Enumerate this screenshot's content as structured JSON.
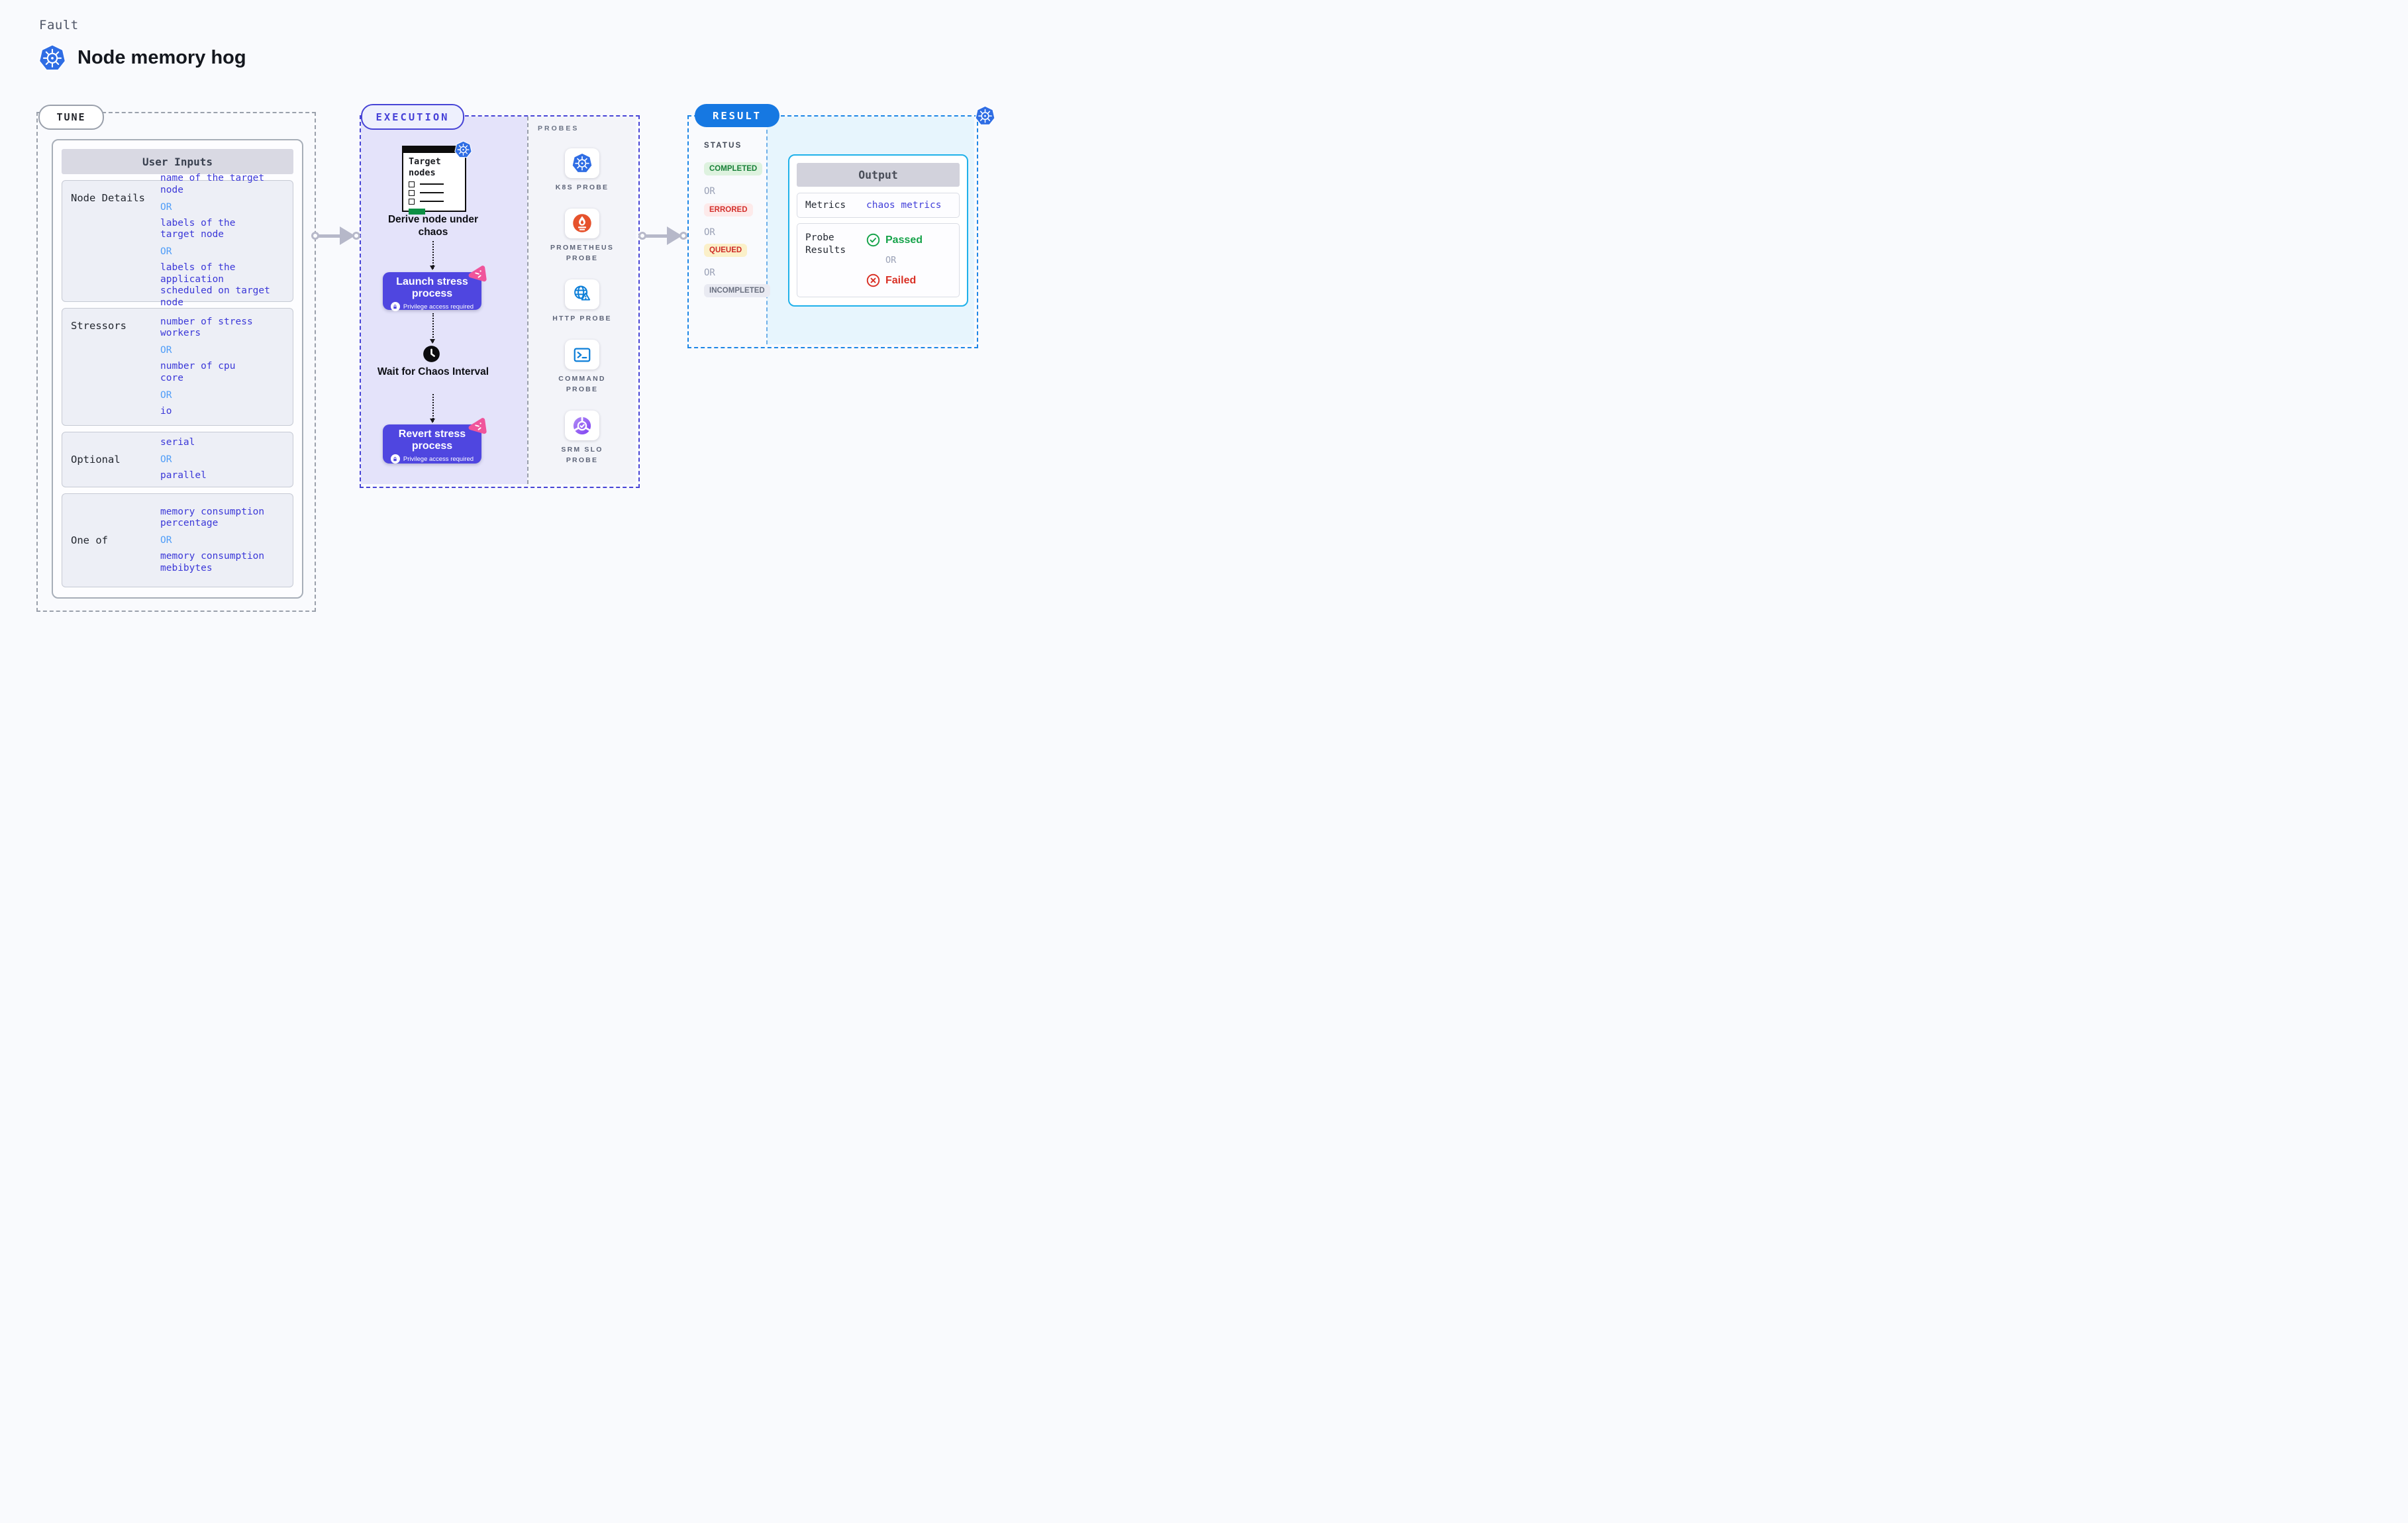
{
  "page": {
    "kicker": "Fault",
    "title": "Node memory hog"
  },
  "tune": {
    "badge": "TUNE",
    "table": {
      "header": "User Inputs",
      "rows": [
        {
          "label": "Node Details",
          "values": [
            "name of the target\nnode",
            "OR",
            "labels of the\ntarget node",
            "OR",
            "labels of the application\n scheduled on target node"
          ]
        },
        {
          "label": "Stressors",
          "values": [
            "number of stress\nworkers",
            "OR",
            "number of cpu\ncore",
            "OR",
            "io"
          ]
        },
        {
          "label": "Optional",
          "values": [
            "serial",
            "OR",
            "parallel"
          ]
        },
        {
          "label": "One of",
          "values": [
            "memory consumption\npercentage",
            "OR",
            "memory consumption\nmebibytes"
          ]
        }
      ]
    }
  },
  "execution": {
    "badge": "EXECUTION",
    "target_card_title": "Target nodes",
    "derive_label": "Derive node under chaos",
    "launch_label": "Launch stress process",
    "wait_label": "Wait for Chaos Interval",
    "revert_label": "Revert stress process",
    "privilege_note": "Privilege access required",
    "probes": {
      "label": "PROBES",
      "items": [
        {
          "icon": "kubernetes-icon",
          "label": "K8S PROBE"
        },
        {
          "icon": "prometheus-icon",
          "label": "PROMETHEUS\nPROBE"
        },
        {
          "icon": "http-globe-icon",
          "label": "HTTP PROBE"
        },
        {
          "icon": "command-terminal-icon",
          "label": "COMMAND\nPROBE"
        },
        {
          "icon": "srm-slo-icon",
          "label": "SRM SLO\nPROBE"
        }
      ]
    }
  },
  "result": {
    "badge": "RESULT",
    "status": {
      "label": "STATUS",
      "items": [
        "COMPLETED",
        "OR",
        "ERRORED",
        "OR",
        "QUEUED",
        "OR",
        "INCOMPLETED"
      ]
    },
    "output": {
      "header": "Output",
      "metrics_label": "Metrics",
      "metrics_value": "chaos metrics",
      "probe_results_label": "Probe Results",
      "passed": "Passed",
      "or": "OR",
      "failed": "Failed"
    }
  },
  "colors": {
    "accent_indigo": "#4744d6",
    "process_button": "#4f46e0",
    "result_blue": "#1678e2",
    "output_border": "#1fb1ea",
    "k8s_blue": "#2f6de4",
    "prometheus_orange": "#e6522c",
    "success_green": "#188038",
    "error_red": "#d3302c",
    "queued_bg": "#fbf0c9",
    "chaos_pink": "#f0549b"
  }
}
